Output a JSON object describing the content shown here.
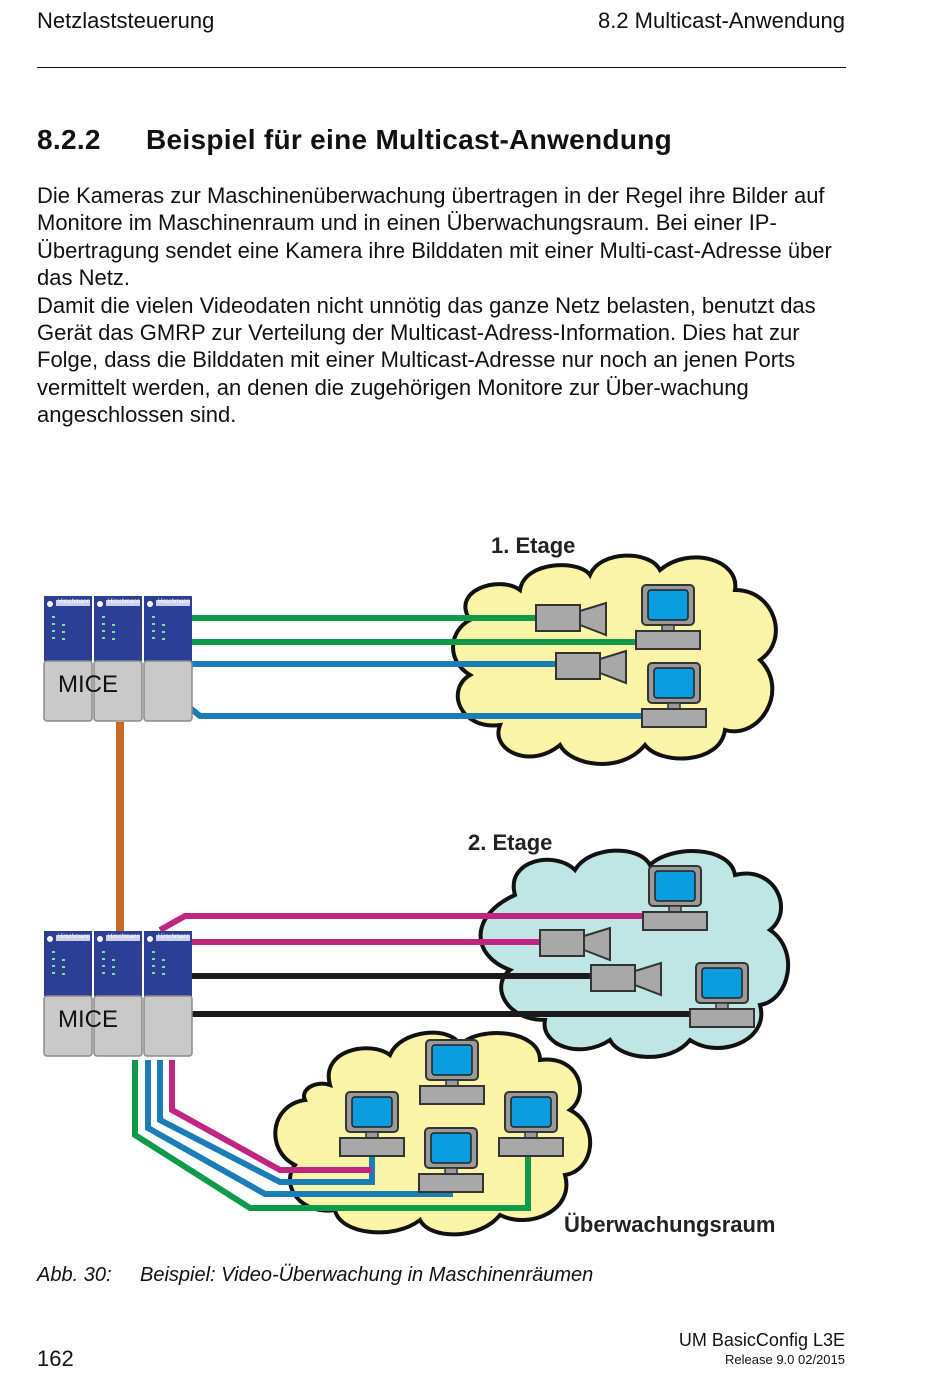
{
  "header": {
    "left": "Netzlaststeuerung",
    "right": "8.2  Multicast-Anwendung"
  },
  "section": {
    "number": "8.2.2",
    "title": "Beispiel für eine Multicast-Anwendung"
  },
  "paragraphs": [
    "Die Kameras zur Maschinenüberwachung übertragen in der Regel ihre Bilder auf Monitore im Maschinenraum und in einen Überwachungsraum. Bei einer IP-Übertragung sendet eine Kamera ihre Bilddaten mit einer Multi-cast-Adresse über das Netz.",
    "Damit die vielen Videodaten nicht unnötig das ganze Netz belasten, benutzt das Gerät das GMRP zur Verteilung der Multicast-Adress-Information. Dies hat zur Folge, dass die Bilddaten mit einer Multicast-Adresse nur noch an jenen Ports vermittelt werden, an denen die zugehörigen Monitore zur Über-wachung angeschlossen sind."
  ],
  "figure": {
    "labels": {
      "floor1": "1. Etage",
      "floor2": "2. Etage",
      "monitor_room": "Überwachungsraum",
      "switch_top": "MICE",
      "switch_bottom": "MICE",
      "brand": "Hirschmann"
    },
    "colors": {
      "green": "#0f9a4a",
      "blue": "#1a7db5",
      "magenta": "#c0267f",
      "black": "#1a1a1a",
      "orange": "#c8692a",
      "yellow_cloud": "#fbf3a6",
      "cyan_cloud": "#bfe6e4",
      "screen": "#0a9de0",
      "switch_blue": "#2c3f94"
    }
  },
  "caption": {
    "label": "Abb. 30:",
    "text": "Beispiel: Video-Überwachung in Maschinenräumen"
  },
  "footer": {
    "page": "162",
    "doc": "UM BasicConfig  L3E",
    "release": "Release  9.0  02/2015"
  }
}
